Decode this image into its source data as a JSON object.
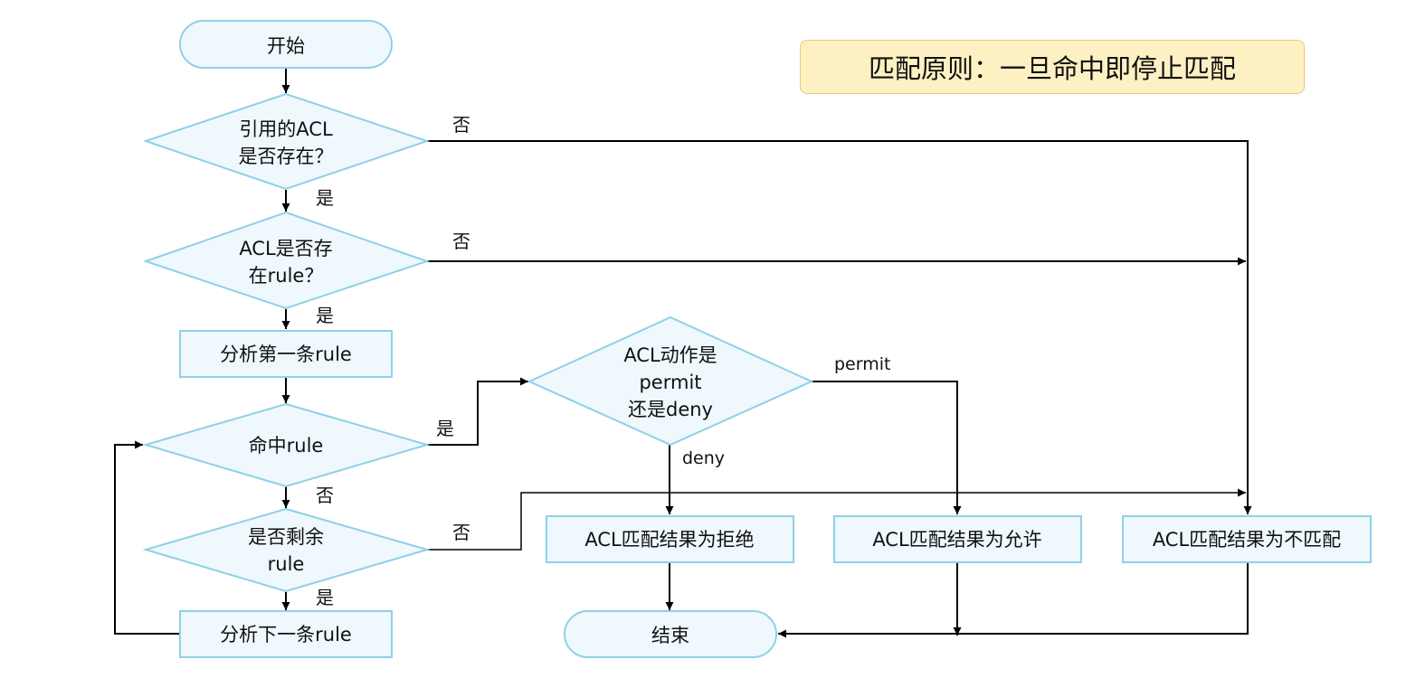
{
  "note": "匹配原则：一旦命中即停止匹配",
  "colors": {
    "node_fill": "#eef8fd",
    "node_stroke": "#8fd0e8",
    "edge": "#000000",
    "note_fill": "#fdf0c2",
    "note_stroke": "#e8c97a"
  },
  "nodes": {
    "start": "开始",
    "acl_exists": [
      "引用的ACL",
      "是否存在？"
    ],
    "rule_exists": [
      "ACL是否存",
      "在rule？"
    ],
    "analyze_first": "分析第一条rule",
    "hit_rule": "命中rule",
    "remaining_rule": [
      "是否剩余",
      "rule"
    ],
    "analyze_next": "分析下一条rule",
    "action": [
      "ACL动作是",
      "permit",
      "还是deny"
    ],
    "result_deny": "ACL匹配结果为拒绝",
    "result_permit": "ACL匹配结果为允许",
    "result_nomatch": "ACL匹配结果为不匹配",
    "end": "结束"
  },
  "edge_labels": {
    "acl_exists_no": "否",
    "acl_exists_yes": "是",
    "rule_exists_no": "否",
    "rule_exists_yes": "是",
    "hit_yes": "是",
    "hit_no": "否",
    "remaining_no": "否",
    "remaining_yes": "是",
    "permit": "permit",
    "deny": "deny"
  }
}
